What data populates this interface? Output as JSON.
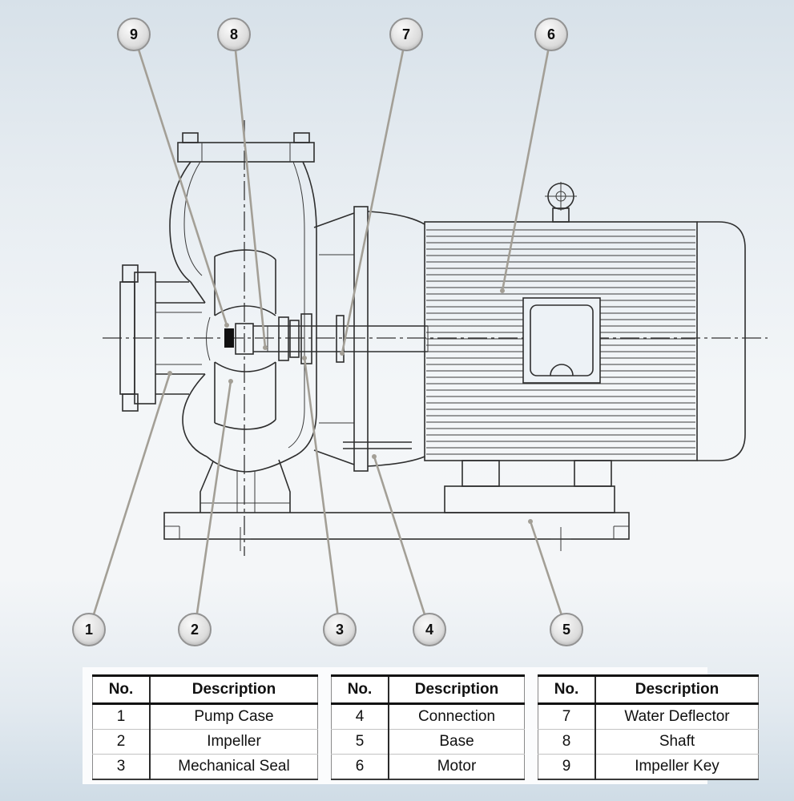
{
  "callouts": [
    "9",
    "8",
    "7",
    "6",
    "1",
    "2",
    "3",
    "4",
    "5"
  ],
  "tables": [
    {
      "headers": [
        "No.",
        "Description"
      ],
      "rows": [
        [
          "1",
          "Pump Case"
        ],
        [
          "2",
          "Impeller"
        ],
        [
          "3",
          "Mechanical Seal"
        ]
      ]
    },
    {
      "headers": [
        "No.",
        "Description"
      ],
      "rows": [
        [
          "4",
          "Connection"
        ],
        [
          "5",
          "Base"
        ],
        [
          "6",
          "Motor"
        ]
      ]
    },
    {
      "headers": [
        "No.",
        "Description"
      ],
      "rows": [
        [
          "7",
          "Water Deflector"
        ],
        [
          "8",
          "Shaft"
        ],
        [
          "9",
          "Impeller Key"
        ]
      ]
    }
  ]
}
